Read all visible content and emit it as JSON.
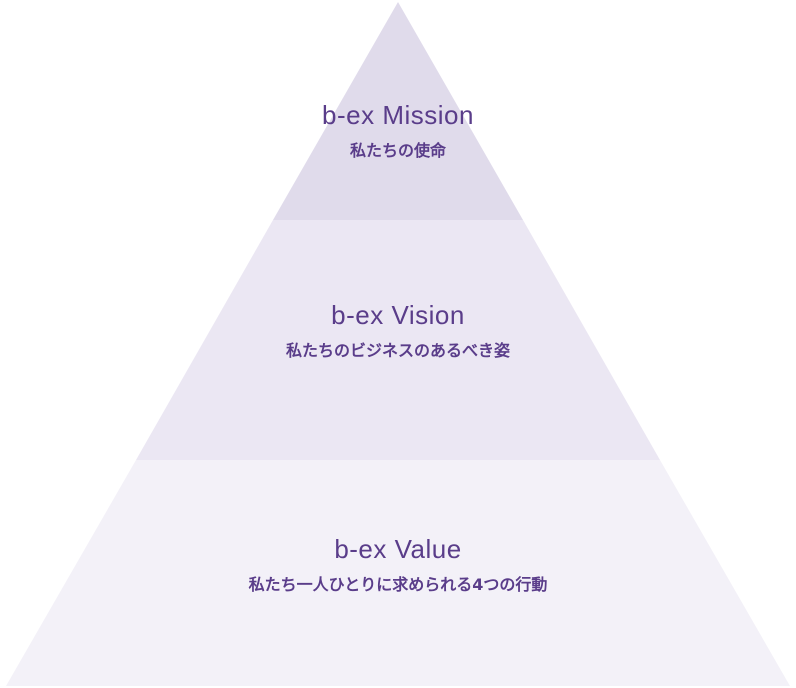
{
  "colors": {
    "tier_top": "#e0dbeb",
    "tier_middle": "#ebe7f3",
    "tier_bottom": "#f3f1f8",
    "text": "#5a3d8a"
  },
  "tiers": [
    {
      "title": "b-ex Mission",
      "subtitle": "私たちの使命"
    },
    {
      "title": "b-ex Vision",
      "subtitle": "私たちのビジネスのあるべき姿"
    },
    {
      "title": "b-ex Value",
      "subtitle": "私たち一人ひとりに求められる4つの行動"
    }
  ]
}
